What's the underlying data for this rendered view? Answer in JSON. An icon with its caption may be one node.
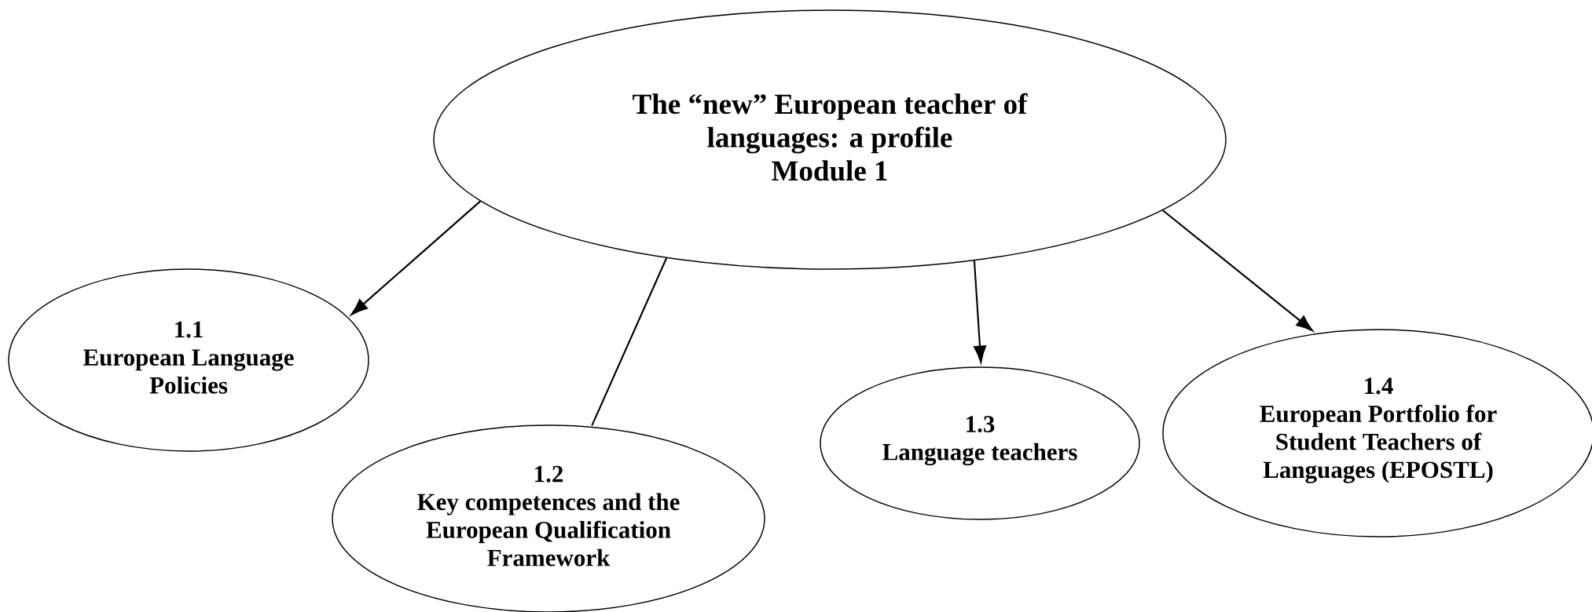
{
  "diagram": {
    "nodes": [
      {
        "text": [
          "The “new” European teacher of languages: a profile",
          "Module 1"
        ]
      },
      {
        "text": [
          "1.1",
          "European Language Policies"
        ]
      },
      {
        "text": [
          "1.2",
          "Key competences and the European Qualification Framework"
        ]
      },
      {
        "text": [
          "1.3",
          "Language teachers"
        ]
      },
      {
        "text": [
          "1.4",
          "European Portfolio for Student Teachers of Languages (EPOSTL)"
        ]
      }
    ],
    "edges": [
      {
        "from": 0,
        "to": 1,
        "arrow": "to"
      },
      {
        "from": 0,
        "to": 2,
        "arrow": "none"
      },
      {
        "from": 0,
        "to": 3,
        "arrow": "to"
      },
      {
        "from": 0,
        "to": 4,
        "arrow": "to"
      }
    ]
  }
}
